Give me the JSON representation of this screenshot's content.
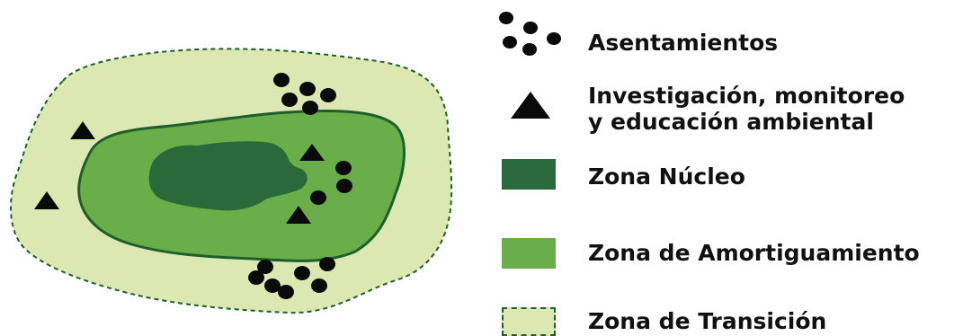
{
  "legend": {
    "settlements": "Asentamientos",
    "research_line1": "Investigación, monitoreo",
    "research_line2": "y educación ambiental",
    "core": "Zona Núcleo",
    "buffer": "Zona de Amortiguamiento",
    "transition": "Zona de Transición"
  },
  "colors": {
    "core": "#2a6a3a",
    "buffer": "#6aae4a",
    "transition": "#dbe8b2",
    "outline": "#1e5e2a",
    "marker": "#0a0a0a"
  },
  "icons": {
    "settlement": "dot-cluster-icon",
    "research": "triangle-icon"
  }
}
